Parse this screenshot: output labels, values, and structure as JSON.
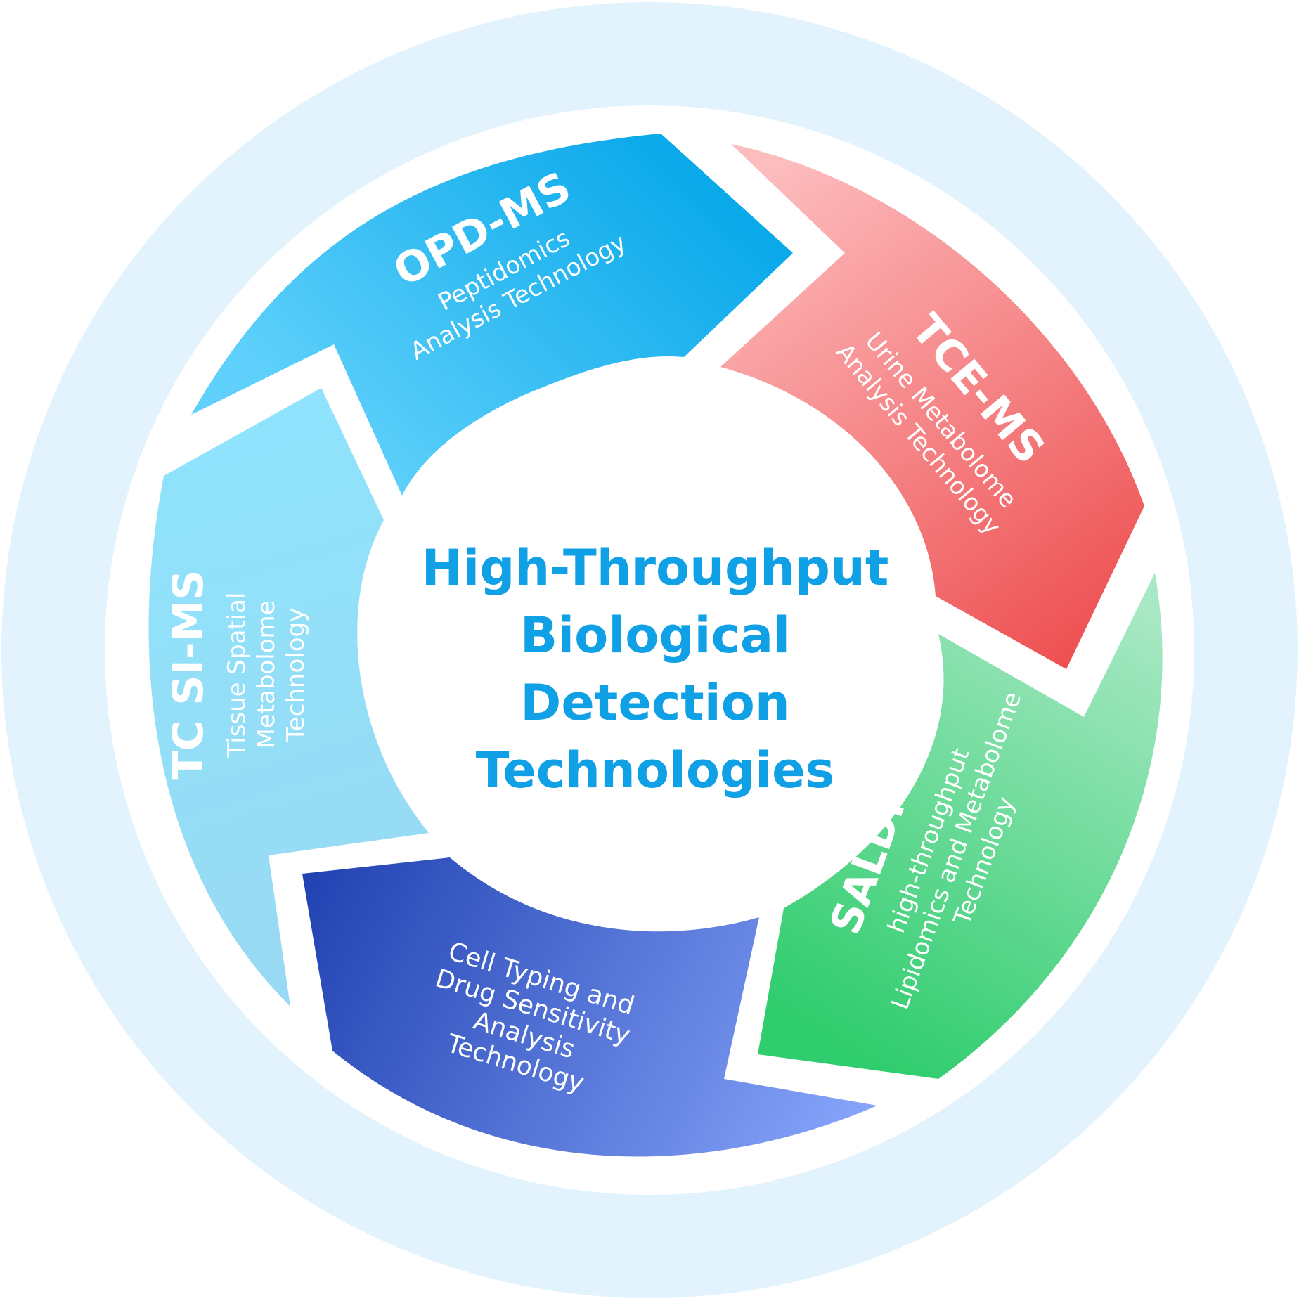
{
  "center": {
    "lines": [
      "High-Throughput",
      "Biological",
      "Detection",
      "Technologies"
    ]
  },
  "segments": [
    {
      "id": "opd-ms",
      "title": "OPD-MS",
      "subtitle": [
        "Peptidomics",
        "Analysis Technology"
      ],
      "colors": [
        "#0aa9ea",
        "#5fd0fb"
      ]
    },
    {
      "id": "tce-ms",
      "title": "TCE-MS",
      "subtitle": [
        "Urine Metabolome",
        "Analysis Technology"
      ],
      "colors": [
        "#fdbcbe",
        "#ee5052"
      ]
    },
    {
      "id": "saldi-ms",
      "title": "SALDI-MS",
      "subtitle": [
        "high-throughput",
        "Lipidomics and Metabolome",
        "Technology"
      ],
      "colors": [
        "#a8e8c4",
        "#30cd6e"
      ]
    },
    {
      "id": "cell-typing",
      "title": "",
      "subtitle": [
        "Cell Typing and",
        "Drug Sensitivity",
        "Analysis",
        "Technology"
      ],
      "colors": [
        "#2142b2",
        "#88a6fb"
      ]
    },
    {
      "id": "tc-si-ms",
      "title": "TC SI-MS",
      "subtitle": [
        "Tissue Spatial",
        "Metabolome",
        "Technology"
      ],
      "colors": [
        "#8fe3fc",
        "#98daf3"
      ]
    }
  ],
  "colors": {
    "outer_ring": "#e2f3fd",
    "center_text": "#10a0e6"
  }
}
